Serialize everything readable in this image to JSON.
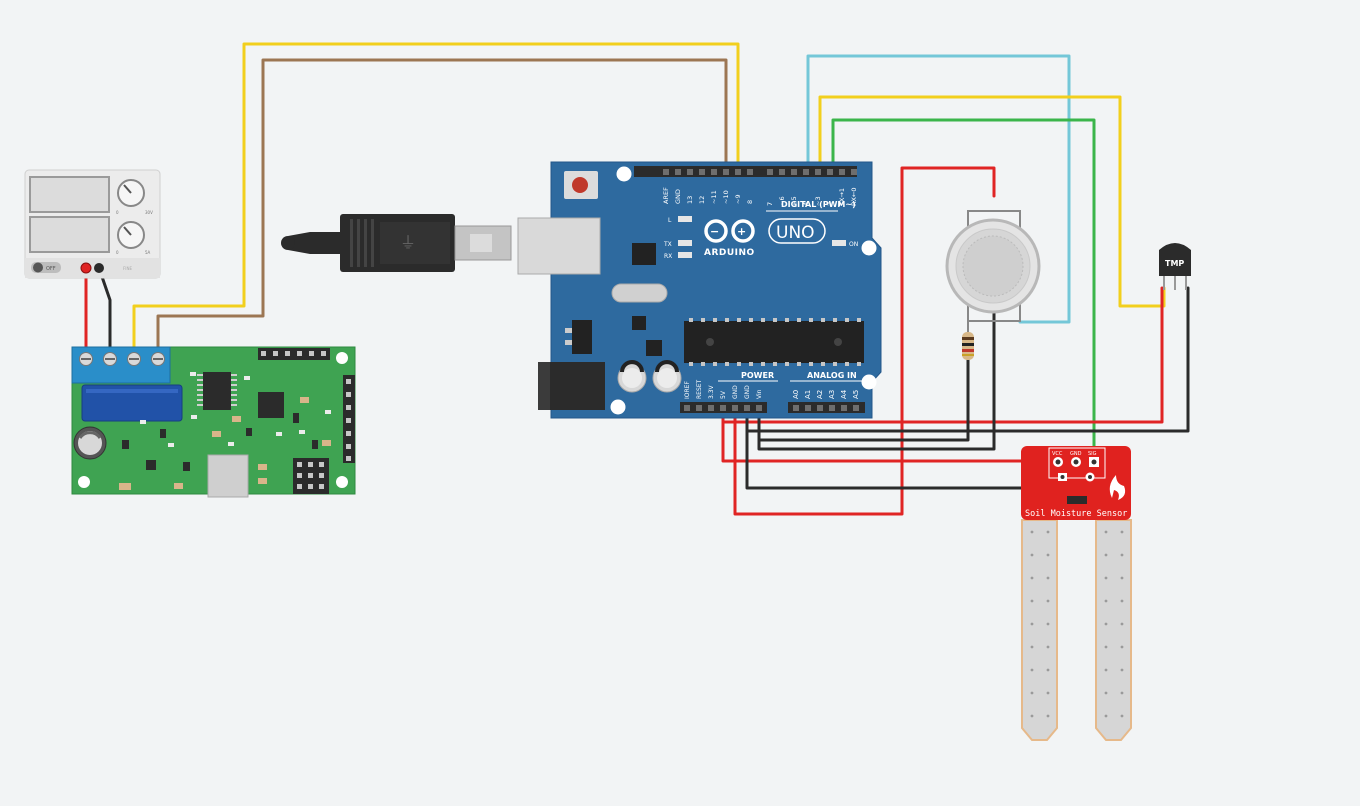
{
  "colors": {
    "background": "#f2f4f5",
    "arduino_board": "#2e6a9f",
    "motor_driver_pcb": "#3fa352",
    "moisture_sensor_pcb": "#e0221f",
    "wire_red": "#e02424",
    "wire_black": "#2b2b2b",
    "wire_yellow": "#f2cf1d",
    "wire_brown": "#9c7653",
    "wire_cyan": "#74c7d8",
    "wire_green": "#3bb54a"
  },
  "power_supply": {
    "off_label": "OFF",
    "fine_label": "FINE",
    "knob_labels": [
      "0",
      "30V",
      "0",
      "5A"
    ]
  },
  "arduino": {
    "brand": "ARDUINO",
    "model": "UNO",
    "digital_label": "DIGITAL (PWM~)",
    "power_label": "POWER",
    "analog_label": "ANALOG IN",
    "led_labels": [
      "L",
      "TX",
      "RX",
      "ON"
    ],
    "digital_pins": [
      "AREF",
      "GND",
      "13",
      "12",
      "~11",
      "~10",
      "~9",
      "8",
      "7",
      "~6",
      "~5",
      "4",
      "~3",
      "2",
      "TX→1",
      "RX←0"
    ],
    "power_pins": [
      "IOREF",
      "RESET",
      "3.3V",
      "5V",
      "GND",
      "GND",
      "Vin"
    ],
    "analog_pins": [
      "A0",
      "A1",
      "A2",
      "A3",
      "A4",
      "A5"
    ]
  },
  "temp_sensor": {
    "label": "TMP"
  },
  "moisture_sensor": {
    "label": "Soil Moisture Sensor",
    "pins": [
      "VCC",
      "GND",
      "SIG"
    ]
  }
}
